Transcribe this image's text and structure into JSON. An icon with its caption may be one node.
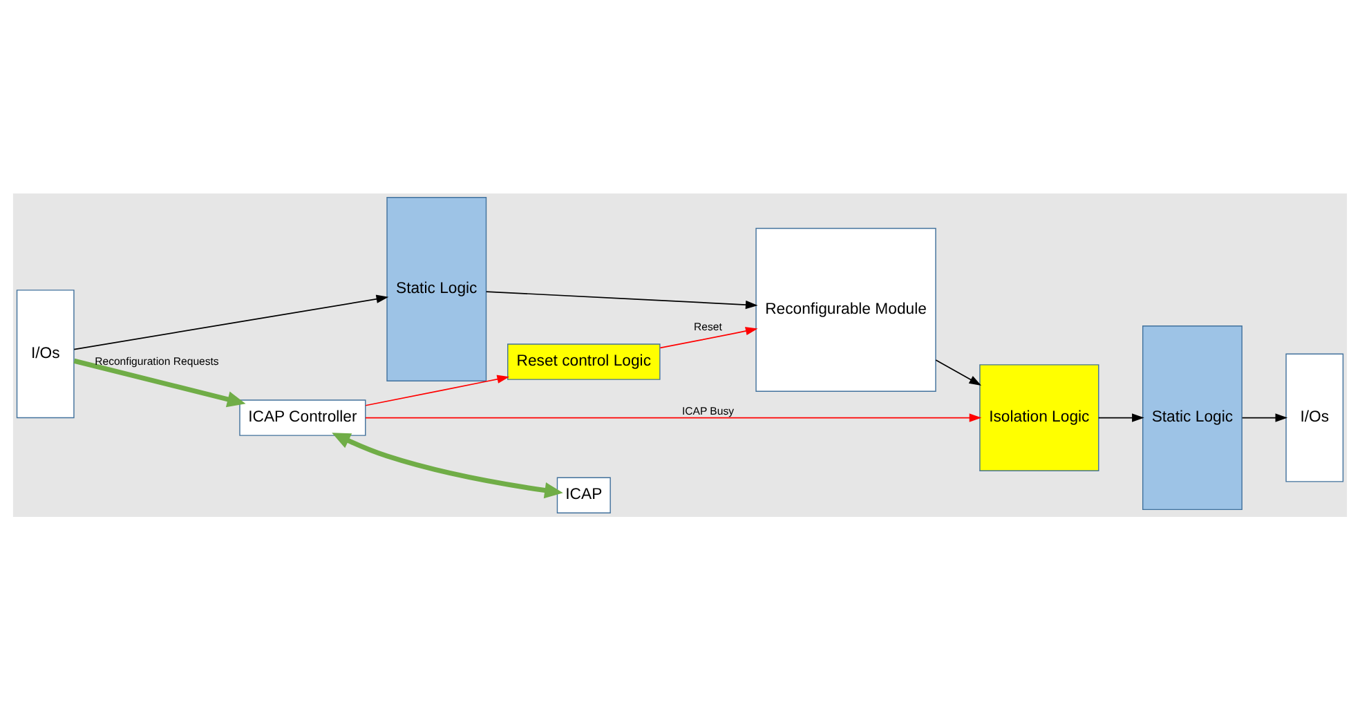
{
  "diagram": {
    "nodes": [
      {
        "text": [
          "I/Os"
        ]
      },
      {
        "text": [
          "Static Logic"
        ]
      },
      {
        "text": [
          "Reconfigurable Module"
        ]
      },
      {
        "text": [
          "Isolation Logic"
        ]
      },
      {
        "text": [
          "Static Logic"
        ]
      },
      {
        "text": [
          "I/Os"
        ]
      },
      {
        "text": [
          "Reset control Logic"
        ]
      },
      {
        "text": [
          "ICAP Controller"
        ]
      },
      {
        "text": [
          "ICAP"
        ]
      }
    ],
    "edges": [
      {
        "from": 0,
        "to": 1,
        "arrow": "to"
      },
      {
        "from": 1,
        "to": 2,
        "arrow": "to"
      },
      {
        "from": 2,
        "to": 3,
        "arrow": "to"
      },
      {
        "from": 3,
        "to": 4,
        "arrow": "to"
      },
      {
        "from": 4,
        "to": 5,
        "arrow": "to"
      },
      {
        "from": 0,
        "to": 7,
        "arrow": "to",
        "label": "Reconfiguration Requests",
        "style": "thick",
        "color": "#70ad47"
      },
      {
        "from": 6,
        "to": 2,
        "arrow": "to",
        "label": "Reset",
        "color": "#ff0000"
      },
      {
        "from": 7,
        "to": 6,
        "arrow": "to",
        "color": "#ff0000"
      },
      {
        "from": 7,
        "to": 3,
        "arrow": "to",
        "label": "ICAP Busy",
        "color": "#ff0000"
      },
      {
        "from": 7,
        "to": 8,
        "arrow": "both",
        "style": "thick",
        "color": "#70ad47"
      }
    ]
  }
}
